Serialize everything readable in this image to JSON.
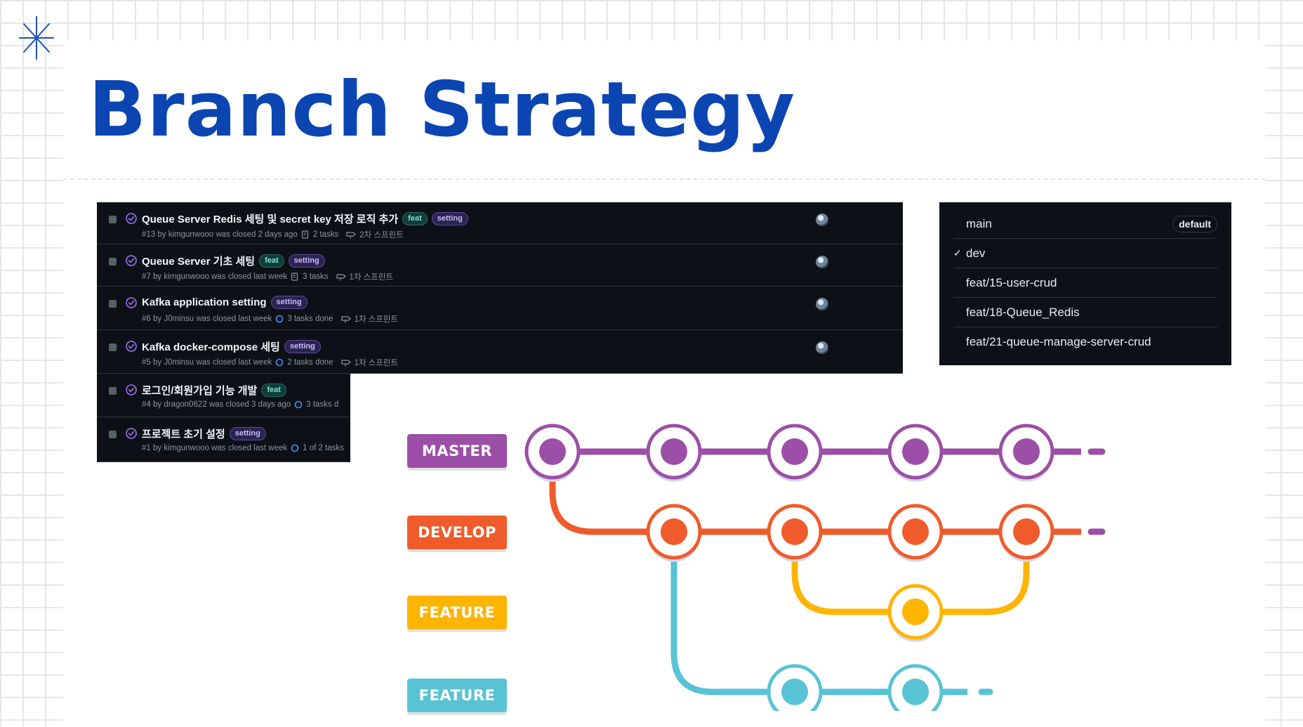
{
  "title": "Branch Strategy",
  "issues": [
    {
      "title": "Queue Server Redis 세팅 및 secret key 저장 로직 추가",
      "labels": [
        "feat",
        "setting"
      ],
      "meta": "#13 by kimgunwooo was closed 2 days ago",
      "tasks": "2 tasks",
      "milestone": "2차 스프린트",
      "has_avatar": true
    },
    {
      "title": "Queue Server 기초 세팅",
      "labels": [
        "feat",
        "setting"
      ],
      "meta": "#7 by kimgunwooo was closed last week",
      "tasks": "3 tasks",
      "milestone": "1차 스프린트",
      "has_avatar": true
    },
    {
      "title": "Kafka application setting",
      "labels": [
        "setting"
      ],
      "meta": "#6 by J0minsu was closed last week",
      "tasks": "3 tasks done",
      "milestone": "1차 스프린트",
      "has_avatar": true
    },
    {
      "title": "Kafka docker-compose 세팅",
      "labels": [
        "setting"
      ],
      "meta": "#5 by J0minsu was closed last week",
      "tasks": "2 tasks done",
      "milestone": "1차 스프린트",
      "has_avatar": true
    },
    {
      "title": "로그인/회원가입 기능 개발",
      "labels": [
        "feat"
      ],
      "meta": "#4 by dragon0622 was closed 3 days ago",
      "tasks": "3 tasks d",
      "milestone": "",
      "has_avatar": false
    },
    {
      "title": "프로젝트 초기 설정",
      "labels": [
        "setting"
      ],
      "meta": "#1 by kimgunwooo was closed last week",
      "tasks": "1 of 2 tasks",
      "milestone": "",
      "has_avatar": false
    }
  ],
  "branches": {
    "items": [
      {
        "name": "main",
        "badge": "default",
        "selected": false
      },
      {
        "name": "dev",
        "badge": "",
        "selected": true
      },
      {
        "name": "feat/15-user-crud",
        "badge": "",
        "selected": false
      },
      {
        "name": "feat/18-Queue_Redis",
        "badge": "",
        "selected": false
      },
      {
        "name": "feat/21-queue-manage-server-crud",
        "badge": "",
        "selected": false
      }
    ],
    "check_icon": "✓"
  },
  "flow": {
    "lanes": [
      {
        "label": "MASTER",
        "color": "#9b4fa6"
      },
      {
        "label": "DEVELOP",
        "color": "#ef5b2a"
      },
      {
        "label": "FEATURE",
        "color": "#ffb400"
      },
      {
        "label": "FEATURE",
        "color": "#58c3d4"
      }
    ]
  },
  "colors": {
    "title": "#0b45b2",
    "issue_bg": "#0d1117",
    "closed_icon": "#a371f7"
  }
}
